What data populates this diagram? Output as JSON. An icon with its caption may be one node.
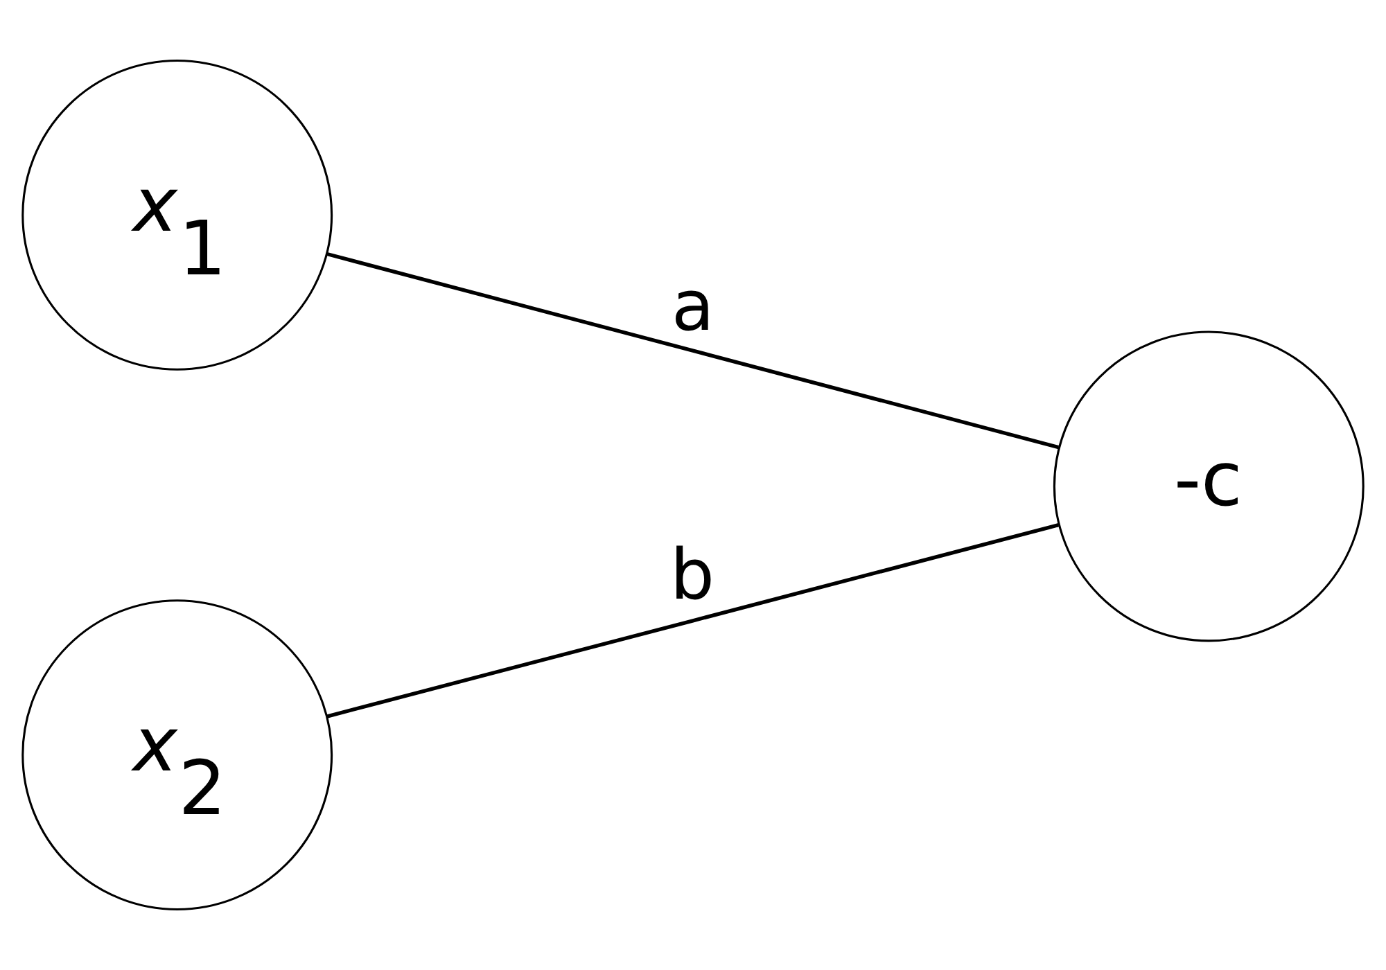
{
  "diagram": {
    "nodes": [
      {
        "text": [
          "*x*$_{1}$"
        ]
      },
      {
        "text": [
          "*x*$_{2}$"
        ]
      },
      {
        "text": [
          "-c"
        ]
      }
    ],
    "edges": [
      {
        "from": 0,
        "to": 2,
        "arrow": "none",
        "label": "a"
      },
      {
        "from": 1,
        "to": 2,
        "arrow": "none",
        "label": "b"
      }
    ]
  }
}
